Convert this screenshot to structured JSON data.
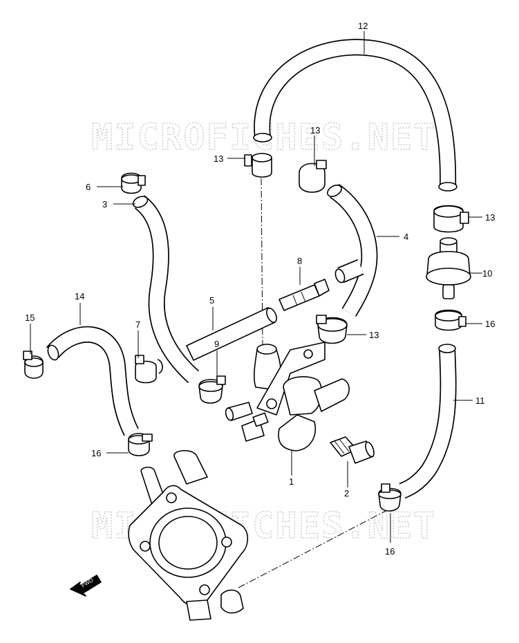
{
  "watermark": "MICROFICHES.NET",
  "fwd_label": "FWD",
  "callouts": {
    "c1": "1",
    "c2": "2",
    "c3": "3",
    "c4": "4",
    "c5": "5",
    "c6": "6",
    "c7": "7",
    "c8": "8",
    "c9": "9",
    "c10": "10",
    "c11": "11",
    "c12": "12",
    "c13a": "13",
    "c13b": "13",
    "c13c": "13",
    "c13d": "13",
    "c14": "14",
    "c15": "15",
    "c16a": "16",
    "c16b": "16",
    "c16c": "16"
  }
}
